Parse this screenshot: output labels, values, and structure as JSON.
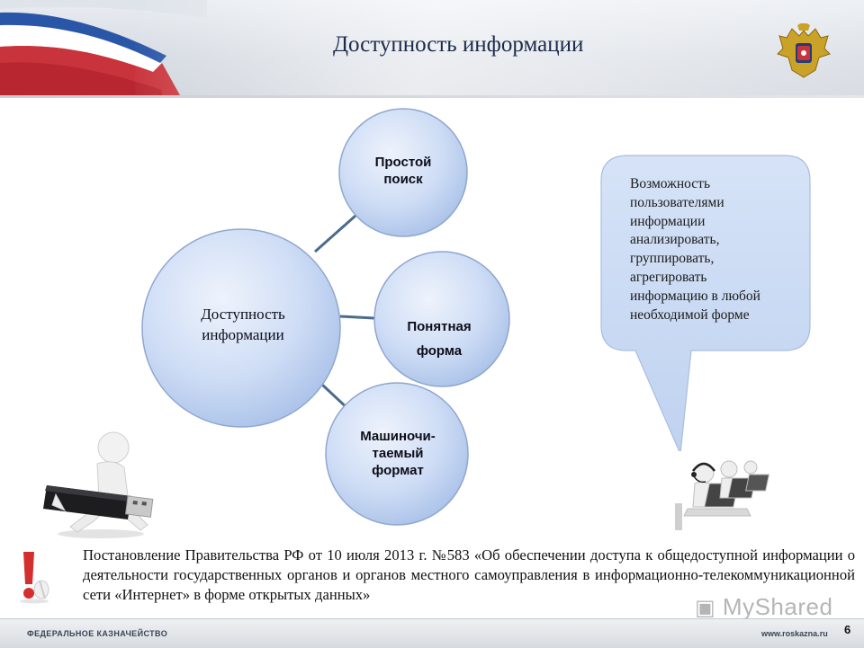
{
  "header": {
    "title": "Доступность информации",
    "emblem_icon": "double-headed-eagle-emblem",
    "flag_colors": [
      "#ffffff",
      "#2a56a8",
      "#c9333b"
    ]
  },
  "diagram": {
    "center": {
      "label_line1": "Доступность",
      "label_line2": "информации"
    },
    "nodes": [
      {
        "label_line1": "Простой",
        "label_line2": "поиск"
      },
      {
        "label_line1": "Понятная",
        "label_line2": "форма"
      },
      {
        "label_line1": "Машиночи-",
        "label_line2": "таемый",
        "label_line3": "формат"
      }
    ],
    "node_color": "#c4d6f3",
    "connector_color": "#4a6b8c"
  },
  "callout": {
    "lines": [
      "Возможность",
      "пользователями",
      "информации",
      "анализировать,",
      "группировать,",
      "агрегировать",
      "информацию в любой",
      "необходимой форме"
    ],
    "fill_color": "#c4d6f3"
  },
  "decree": {
    "text": "Постановление Правительства РФ от 10 июля 2013 г. №583 «Об обеспечении доступа к общедоступной информации о деятельности государственных органов и органов местного самоуправления в информационно-телекоммуникационной сети «Интернет» в форме открытых данных»"
  },
  "watermark": "MyShared",
  "footer": {
    "org": "ФЕДЕРАЛЬНОЕ КАЗНАЧЕЙСТВО",
    "site": "www.roskazna.ru",
    "page_number": "6"
  }
}
